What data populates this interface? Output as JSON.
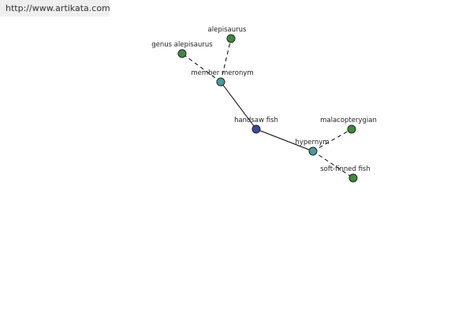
{
  "header": {
    "url_text": "http://www.artikata.com"
  },
  "colors": {
    "center": "#3b4a9a",
    "relation": "#4a9a9a",
    "leaf": "#3f8a3f"
  },
  "graph": {
    "nodes": [
      {
        "id": "handsaw",
        "label": "handsaw fish",
        "kind": "center"
      },
      {
        "id": "member",
        "label": "member meronym",
        "kind": "relation"
      },
      {
        "id": "hypernym",
        "label": "hypernym",
        "kind": "relation"
      },
      {
        "id": "genus",
        "label": "genus alepisaurus",
        "kind": "leaf"
      },
      {
        "id": "alep",
        "label": "alepisaurus",
        "kind": "leaf"
      },
      {
        "id": "malaco",
        "label": "malacopterygian",
        "kind": "leaf"
      },
      {
        "id": "soft",
        "label": "soft-finned fish",
        "kind": "leaf"
      }
    ],
    "edges": [
      {
        "from": "handsaw",
        "to": "member",
        "style": "solid"
      },
      {
        "from": "handsaw",
        "to": "hypernym",
        "style": "solid"
      },
      {
        "from": "member",
        "to": "genus",
        "style": "dashed"
      },
      {
        "from": "member",
        "to": "alep",
        "style": "dashed"
      },
      {
        "from": "hypernym",
        "to": "malaco",
        "style": "dashed"
      },
      {
        "from": "hypernym",
        "to": "soft",
        "style": "dashed"
      }
    ]
  }
}
